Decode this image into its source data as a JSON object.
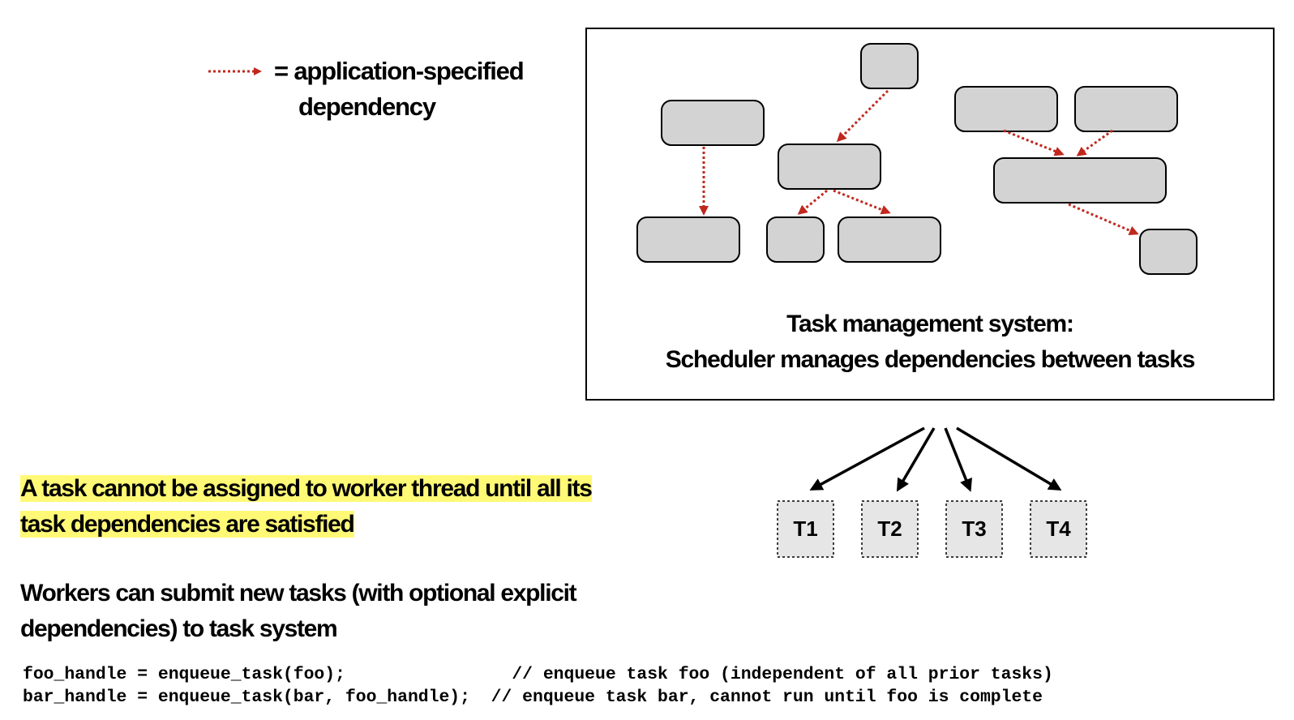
{
  "legend": {
    "line1": "= application-specified",
    "line2": "dependency",
    "arrow_color": "#c0281e"
  },
  "scheduler": {
    "caption_line1": "Task management system:",
    "caption_line2": "Scheduler manages dependencies between tasks",
    "task_fill": "#d3d3d3"
  },
  "workers": [
    "T1",
    "T2",
    "T3",
    "T4"
  ],
  "highlight": {
    "text_line1": "A task cannot be assigned to worker thread until all its",
    "text_line2": "task dependencies are satisfied",
    "color": "#fff976"
  },
  "submit": {
    "text_line1": "Workers can submit new tasks (with optional explicit",
    "text_line2": "dependencies) to task system"
  },
  "code": {
    "line1": "foo_handle = enqueue_task(foo);                // enqueue task foo (independent of all prior tasks)",
    "line2": "bar_handle = enqueue_task(bar, foo_handle);  // enqueue task bar, cannot run until foo is complete"
  }
}
